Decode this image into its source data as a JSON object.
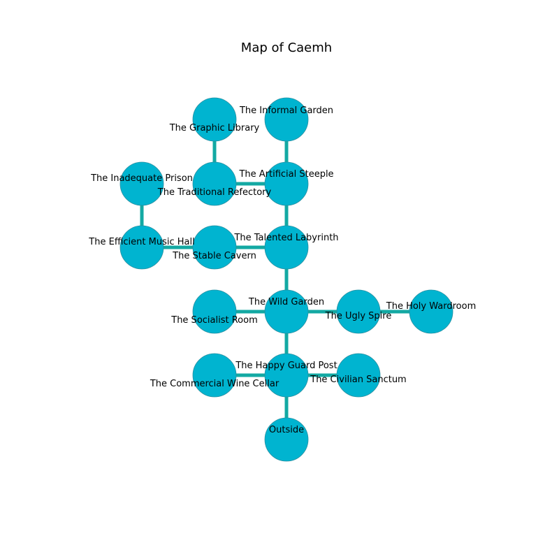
{
  "title": "Map of Caemh",
  "colors": {
    "node_fill": "#00b4d0",
    "node_stroke": "#2a8fa0",
    "edge": "#13a9a3"
  },
  "rooms": [
    {
      "id": "outside",
      "label": "Outside"
    },
    {
      "id": "happy_guard_post",
      "label": "The Happy Guard Post"
    },
    {
      "id": "commercial_wine_cellar",
      "label": "The Commercial Wine Cellar"
    },
    {
      "id": "civilian_sanctum",
      "label": "The Civilian Sanctum"
    },
    {
      "id": "wild_garden",
      "label": "The Wild Garden"
    },
    {
      "id": "socialist_room",
      "label": "The Socialist Room"
    },
    {
      "id": "ugly_spire",
      "label": "The Ugly Spire"
    },
    {
      "id": "holy_wardroom",
      "label": "The Holy Wardroom"
    },
    {
      "id": "talented_labyrinth",
      "label": "The Talented Labyrinth"
    },
    {
      "id": "stable_cavern",
      "label": "The Stable Cavern"
    },
    {
      "id": "efficient_music_hall",
      "label": "The Efficient Music Hall"
    },
    {
      "id": "inadequate_prison",
      "label": "The Inadequate Prison"
    },
    {
      "id": "artificial_steeple",
      "label": "The Artificial Steeple"
    },
    {
      "id": "traditional_refectory",
      "label": "The Traditional Refectory"
    },
    {
      "id": "graphic_library",
      "label": "The Graphic Library"
    },
    {
      "id": "informal_garden",
      "label": "The Informal Garden"
    }
  ],
  "connections": [
    [
      "outside",
      "happy_guard_post"
    ],
    [
      "happy_guard_post",
      "commercial_wine_cellar"
    ],
    [
      "happy_guard_post",
      "civilian_sanctum"
    ],
    [
      "happy_guard_post",
      "wild_garden"
    ],
    [
      "wild_garden",
      "socialist_room"
    ],
    [
      "wild_garden",
      "ugly_spire"
    ],
    [
      "ugly_spire",
      "holy_wardroom"
    ],
    [
      "wild_garden",
      "talented_labyrinth"
    ],
    [
      "talented_labyrinth",
      "stable_cavern"
    ],
    [
      "stable_cavern",
      "efficient_music_hall"
    ],
    [
      "efficient_music_hall",
      "inadequate_prison"
    ],
    [
      "talented_labyrinth",
      "artificial_steeple"
    ],
    [
      "artificial_steeple",
      "traditional_refectory"
    ],
    [
      "traditional_refectory",
      "graphic_library"
    ],
    [
      "artificial_steeple",
      "informal_garden"
    ]
  ]
}
